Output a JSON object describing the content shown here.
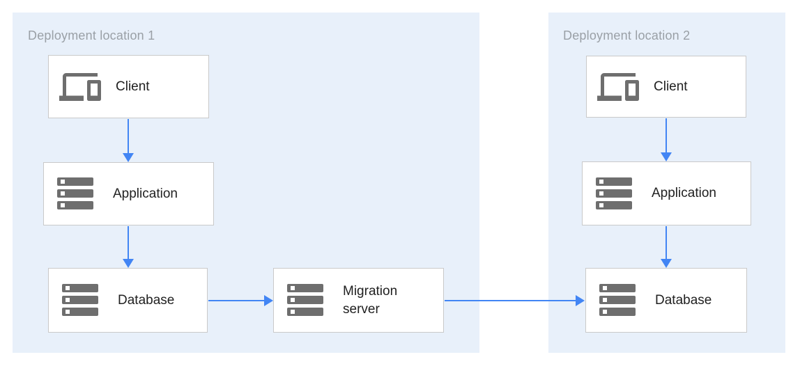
{
  "diagram": {
    "type": "architecture-flow",
    "zones": {
      "zone1": {
        "label": "Deployment location 1"
      },
      "zone2": {
        "label": "Deployment location 2"
      }
    },
    "nodes": {
      "client1": {
        "label": "Client",
        "icon": "devices-icon",
        "zone": "Deployment location 1"
      },
      "app1": {
        "label": "Application",
        "icon": "server-icon",
        "zone": "Deployment location 1"
      },
      "db1": {
        "label": "Database",
        "icon": "server-icon",
        "zone": "Deployment location 1"
      },
      "migration_server": {
        "label": "Migration server",
        "icon": "server-icon",
        "zone": "Deployment location 1"
      },
      "client2": {
        "label": "Client",
        "icon": "devices-icon",
        "zone": "Deployment location 2"
      },
      "app2": {
        "label": "Application",
        "icon": "server-icon",
        "zone": "Deployment location 2"
      },
      "db2": {
        "label": "Database",
        "icon": "server-icon",
        "zone": "Deployment location 2"
      }
    },
    "edges": [
      {
        "from": "client1",
        "to": "app1"
      },
      {
        "from": "app1",
        "to": "db1"
      },
      {
        "from": "db1",
        "to": "migration_server"
      },
      {
        "from": "migration_server",
        "to": "db2"
      },
      {
        "from": "client2",
        "to": "app2"
      },
      {
        "from": "app2",
        "to": "db2"
      }
    ],
    "colors": {
      "zone_background": "#E8F0FA",
      "arrow": "#4285F4",
      "box_border": "#C9C9C9",
      "box_background": "#FFFFFF",
      "icon_gray": "#6E6E6E",
      "node_text": "#212121",
      "zone_label": "#9AA0A6"
    }
  }
}
